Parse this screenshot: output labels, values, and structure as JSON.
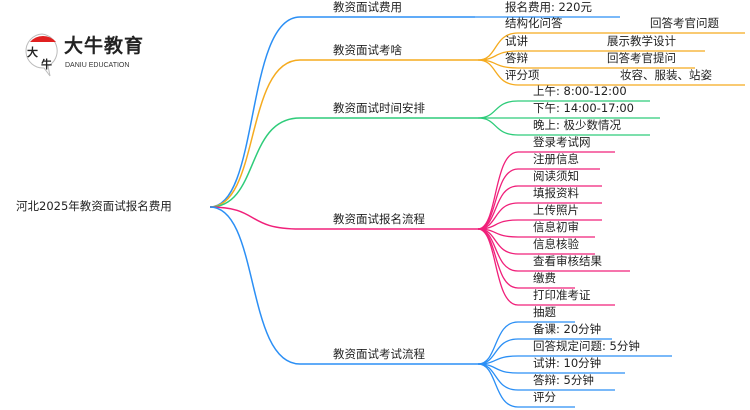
{
  "logo": {
    "title": "大牛教育",
    "subtitle": "DANIU EDUCATION",
    "mark": "大牛"
  },
  "root": "河北2025年教资面试报名费用",
  "colors": {
    "blue": "#2b8ff5",
    "orange": "#f5ab1f",
    "green": "#2ecc7a",
    "pink": "#f0207a"
  },
  "branches": [
    {
      "label": "教资面试费用",
      "color": "blue",
      "children": [
        {
          "label": "报名费用: 220元"
        }
      ]
    },
    {
      "label": "教资面试考啥",
      "color": "orange",
      "children": [
        {
          "label": "结构化问答",
          "value": "回答考官问题"
        },
        {
          "label": "试讲",
          "value": "展示教学设计"
        },
        {
          "label": "答辩",
          "value": "回答考官提问"
        },
        {
          "label": "评分项",
          "value": "妆容、服装、站姿"
        }
      ]
    },
    {
      "label": "教资面试时间安排",
      "color": "green",
      "children": [
        {
          "label": "上午: 8:00-12:00"
        },
        {
          "label": "下午: 14:00-17:00"
        },
        {
          "label": "晚上: 极少数情况"
        }
      ]
    },
    {
      "label": "教资面试报名流程",
      "color": "pink",
      "children": [
        {
          "label": "登录考试网"
        },
        {
          "label": "注册信息"
        },
        {
          "label": "阅读须知"
        },
        {
          "label": "填报资料"
        },
        {
          "label": "上传照片"
        },
        {
          "label": "信息初审"
        },
        {
          "label": "信息核验"
        },
        {
          "label": "查看审核结果"
        },
        {
          "label": "缴费"
        },
        {
          "label": "打印准考证"
        }
      ]
    },
    {
      "label": "教资面试考试流程",
      "color": "blue",
      "children": [
        {
          "label": "抽题"
        },
        {
          "label": "备课: 20分钟"
        },
        {
          "label": "回答规定问题: 5分钟"
        },
        {
          "label": "试讲: 10分钟"
        },
        {
          "label": "答辩: 5分钟"
        },
        {
          "label": "评分"
        }
      ]
    }
  ]
}
